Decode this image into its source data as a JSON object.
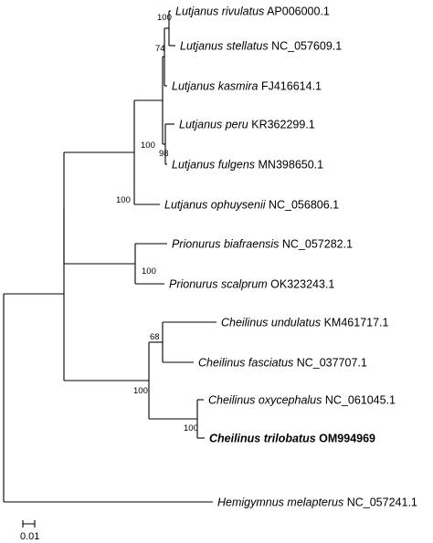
{
  "taxa": [
    {
      "name": "Lutjanus rivulatus",
      "accession": "AP006000.1",
      "bold": false
    },
    {
      "name": "Lutjanus stellatus",
      "accession": "NC_057609.1",
      "bold": false
    },
    {
      "name": "Lutjanus kasmira",
      "accession": "FJ416614.1",
      "bold": false
    },
    {
      "name": "Lutjanus peru",
      "accession": "KR362299.1",
      "bold": false
    },
    {
      "name": "Lutjanus fulgens",
      "accession": "MN398650.1",
      "bold": false
    },
    {
      "name": "Lutjanus ophuysenii",
      "accession": "NC_056806.1",
      "bold": false
    },
    {
      "name": "Prionurus biafraensis",
      "accession": "NC_057282.1",
      "bold": false
    },
    {
      "name": "Prionurus scalprum",
      "accession": "OK323243.1",
      "bold": false
    },
    {
      "name": "Cheilinus undulatus",
      "accession": "KM461717.1",
      "bold": false
    },
    {
      "name": "Cheilinus fasciatus",
      "accession": "NC_037707.1",
      "bold": false
    },
    {
      "name": "Cheilinus oxycephalus",
      "accession": "NC_061045.1",
      "bold": false
    },
    {
      "name": "Cheilinus trilobatus",
      "accession": "OM994969",
      "bold": true
    },
    {
      "name": "Hemigymnus melapterus",
      "accession": "NC_057241.1",
      "bold": false
    }
  ],
  "supports": [
    "100",
    "74",
    "98",
    "100",
    "100",
    "100",
    "68",
    "100",
    "100"
  ],
  "scale": {
    "label": "0.01"
  }
}
